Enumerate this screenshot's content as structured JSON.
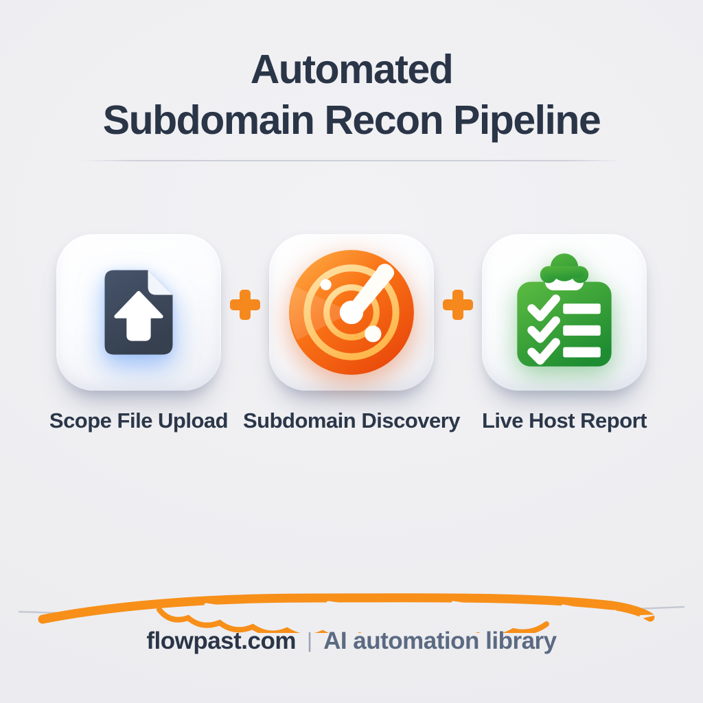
{
  "title": {
    "line1": "Automated",
    "line2": "Subdomain Recon Pipeline"
  },
  "pipeline": {
    "connector": "+",
    "steps": [
      {
        "label": "Scope File Upload",
        "icon": "document-upload-icon"
      },
      {
        "label": "Subdomain Discovery",
        "icon": "radar-icon"
      },
      {
        "label": "Live Host Report",
        "icon": "checklist-clipboard-icon"
      }
    ]
  },
  "footer": {
    "brand": "flowpast.com",
    "separator": "|",
    "tagline": "AI automation library"
  },
  "colors": {
    "background": "#ededf0",
    "title_navy": "#2a3547",
    "accent_orange": "#f6891d",
    "document_slate": "#3d4759",
    "radar_orange_dark": "#e8450a",
    "radar_orange_light": "#ffb24a",
    "clipboard_green_dark": "#1e8c31",
    "clipboard_green_light": "#5cbb42",
    "footer_tagline_slate": "#5b6a82"
  }
}
